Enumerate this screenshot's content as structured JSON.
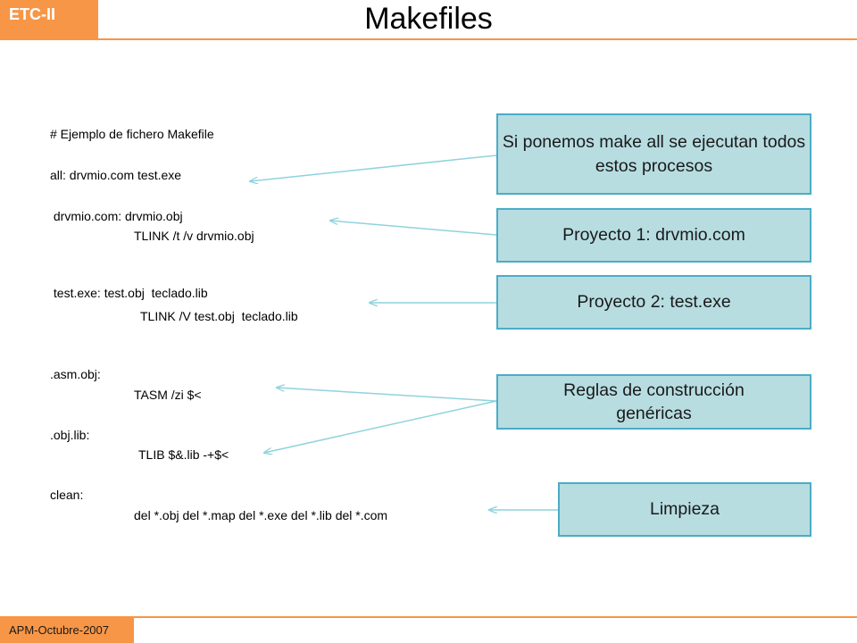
{
  "header": {
    "tab_label": "ETC-II",
    "title": "Makefiles"
  },
  "footer": {
    "label": "APM-Octubre-2007"
  },
  "code": {
    "comment": "# Ejemplo de fichero Makefile",
    "all_rule": "all: drvmio.com test.exe",
    "drvmio_rule": " drvmio.com: drvmio.obj",
    "drvmio_cmd": "TLINK /t /v drvmio.obj",
    "test_rule": " test.exe: test.obj  teclado.lib",
    "test_cmd": "TLINK /V test.obj  teclado.lib",
    "asm_rule": ".asm.obj:",
    "asm_cmd": "TASM /zi $<",
    "obj_rule": ".obj.lib:",
    "obj_cmd": "TLIB $&.lib -+$<",
    "clean_rule": "clean:",
    "clean_cmd": "del *.obj del *.map del *.exe del *.lib del *.com"
  },
  "callouts": {
    "all": "Si ponemos make all se ejecutan todos estos procesos",
    "proyecto1": "Proyecto 1: drvmio.com",
    "proyecto2": "Proyecto 2: test.exe",
    "reglas": "Reglas de construcción genéricas",
    "limpieza": "Limpieza"
  },
  "colors": {
    "accent": "#f79646",
    "callout_fill": "#b7dde1",
    "callout_border": "#4bacc6",
    "arrow": "#8fd3dc"
  }
}
